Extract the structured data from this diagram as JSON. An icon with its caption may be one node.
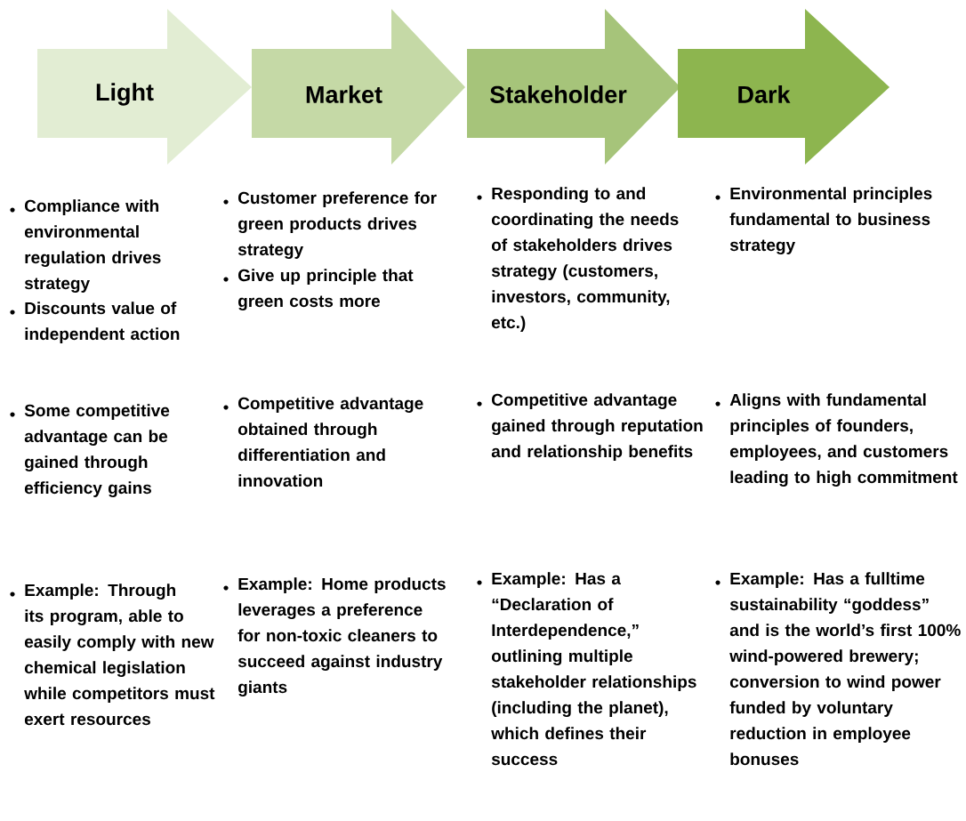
{
  "diagram": {
    "nodes": [
      {
        "text": [
          "Light"
        ]
      },
      {
        "text": [
          "Market"
        ]
      },
      {
        "text": [
          "Stakeholder"
        ]
      },
      {
        "text": [
          "Dark"
        ]
      }
    ],
    "labels": [
      "Compliance with environmental regulation drives strategy",
      "Discounts value of independent action",
      "Customer preference for green products drives strategy",
      "Give up principle that green costs more",
      "Responding to and coordinating the needs of stakeholders drives strategy (customers, investors, community, etc.)",
      "Environmental principles fundamental to business strategy",
      "Some competitive advantage can be gained through efficiency gains",
      "Competitive advantage obtained through differentiation and innovation",
      "Competitive advantage gained through reputation and relationship benefits",
      "Aligns with fundamental principles of founders, employees, and customers leading to high commitment",
      "Example: Through its program, able to easily comply with new chemical legislation while competitors must exert resources",
      "Example: Home products leverages a preference for non-toxic cleaners to succeed against industry giants",
      "Example: Has a “Declaration of Interdependence,” outlining multiple stakeholder relationships (including the planet), which defines their success",
      "Example: Has a fulltime sustainability “goddess” and is the world’s first 100% wind-powered brewery; conversion to wind power funded by voluntary reduction in employee bonuses"
    ]
  }
}
